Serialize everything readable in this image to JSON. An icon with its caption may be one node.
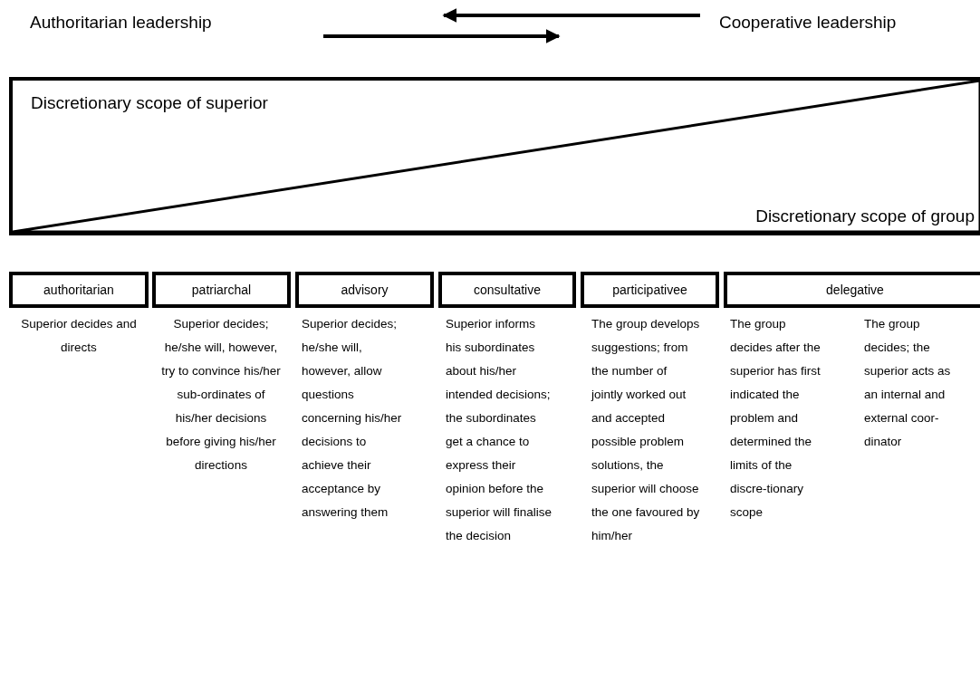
{
  "diagram": {
    "nodes": [
      {
        "text": [],
        "shape": "box"
      },
      {
        "text": [
          "Discretionary scope of superior"
        ],
        "in": 0
      },
      {
        "text": [
          "Discretionary scope of group"
        ],
        "in": 0
      },
      {
        "text": [
          "authoritarian"
        ],
        "beside": [
          "Superior decides and directs"
        ]
      },
      {
        "text": [
          "patriarchal"
        ],
        "beside": [
          "Superior decides; he/she will, however, try to convince his/her sub-ordinates of his/her decisions before giving his/her directions"
        ]
      },
      {
        "text": [
          "advisory"
        ],
        "beside": [
          "Superior decides; he/she will, however, allow questions concerning his/her decisions to achieve their acceptance by answering them"
        ]
      },
      {
        "text": [
          "consultative"
        ],
        "beside": [
          "Superior informs his subordinates about his/her intended decisions; the subordinates get a chance to express their opinion before the superior will finalise the decision"
        ]
      },
      {
        "text": [
          "participativee"
        ],
        "beside": [
          "The group develops suggestions; from the number of jointly worked out and accepted possible problem solutions, the superior will choose the one favoured by him/her"
        ]
      },
      {
        "text": [
          "delegative"
        ],
        "beside": [
          "The group decides after the superior has first indicated the problem and determined the limits of the discre-tionary scope",
          "The group decides; the superior acts as an internal and external coor-dinator"
        ]
      }
    ],
    "edges": [],
    "labels": [
      "Authoritarian leadership",
      "Cooperative leadership"
    ]
  }
}
